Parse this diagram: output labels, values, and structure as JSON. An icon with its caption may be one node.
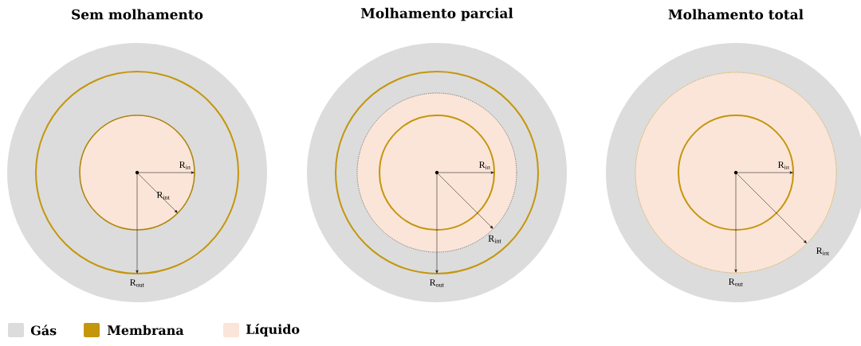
{
  "diagram": {
    "labels": [
      "Sem molhamento",
      "Molhamento parcial",
      "Molhamento total",
      "R$_{in}$",
      "R$_{int}$",
      "R$_{out}$",
      "R$_{in}$",
      "R$_{int}$",
      "R$_{out}$",
      "R$_{in}$",
      "R$_{int}$",
      "R$_{out}$"
    ],
    "legend": [
      {
        "text": "Gás",
        "color": "#dcdcdc"
      },
      {
        "text": "Membrana",
        "color": "#c4960c"
      },
      {
        "text": "Líquido",
        "color": "#fbe5d8"
      }
    ]
  }
}
